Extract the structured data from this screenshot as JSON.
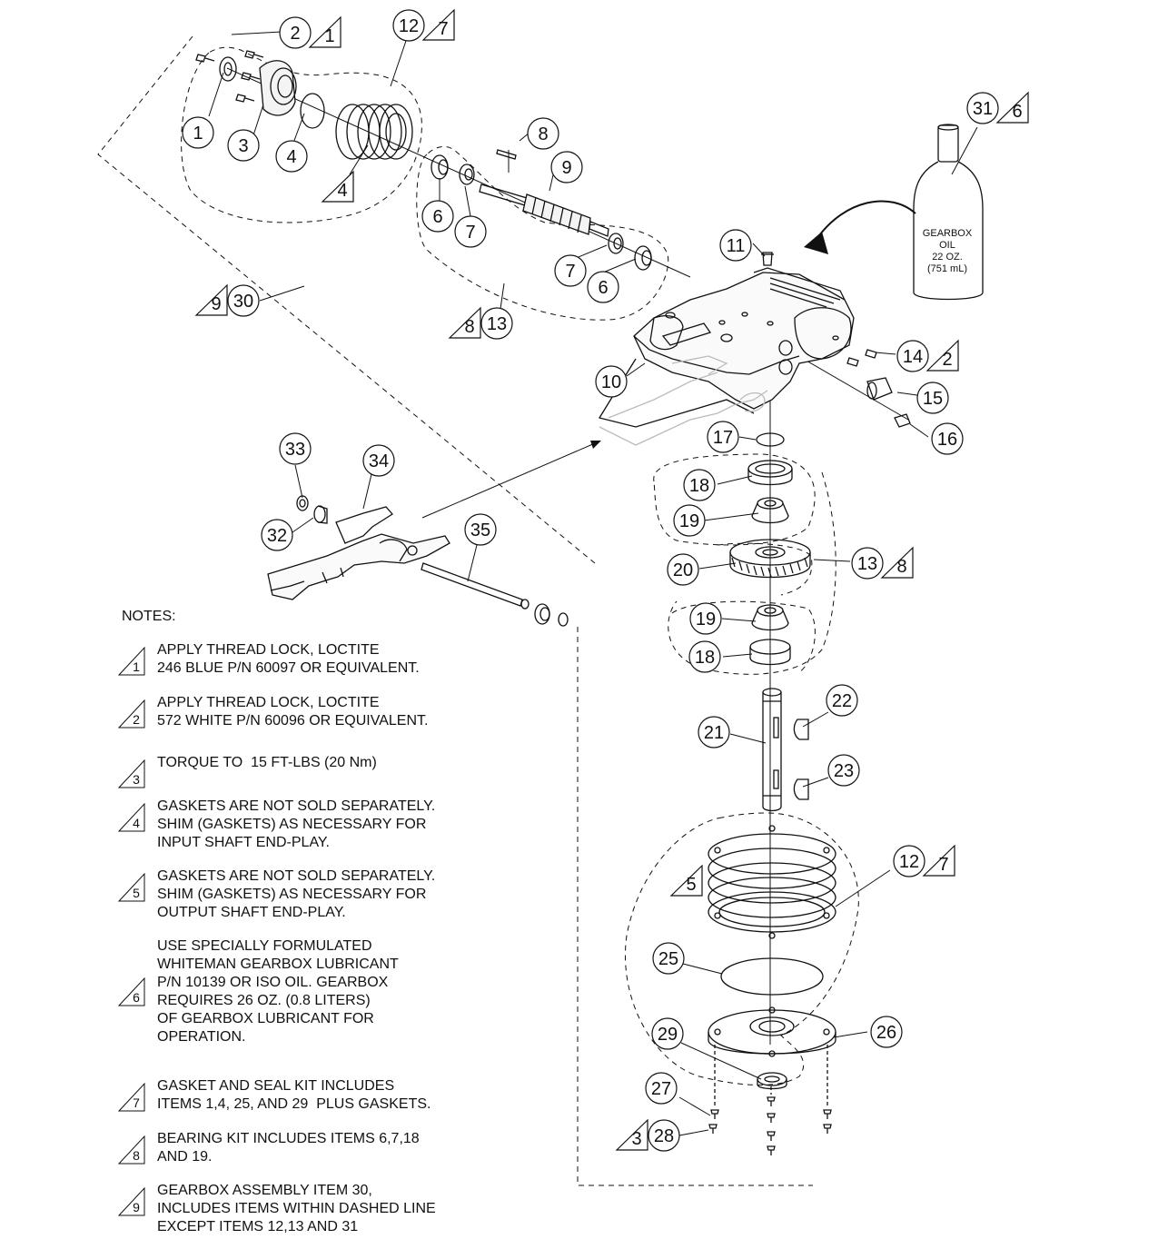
{
  "oil_label": [
    "GEARBOX",
    "OIL",
    "22 OZ.",
    "(751 mL)"
  ],
  "callouts": [
    {
      "id": "1",
      "num": "1"
    },
    {
      "id": "2",
      "num": "2",
      "tri": "1"
    },
    {
      "id": "3",
      "num": "3"
    },
    {
      "id": "4",
      "num": "4"
    },
    {
      "id": "4b",
      "tri": "4"
    },
    {
      "id": "12a",
      "num": "12",
      "tri": "7"
    },
    {
      "id": "8",
      "num": "8"
    },
    {
      "id": "9",
      "num": "9"
    },
    {
      "id": "6a",
      "num": "6"
    },
    {
      "id": "7a",
      "num": "7"
    },
    {
      "id": "7b",
      "num": "7"
    },
    {
      "id": "6b",
      "num": "6"
    },
    {
      "id": "13a",
      "num": "13",
      "tri": "8",
      "tri_first": true
    },
    {
      "id": "30",
      "num": "30",
      "tri": "9",
      "tri_first": true
    },
    {
      "id": "31",
      "num": "31",
      "tri": "6"
    },
    {
      "id": "11",
      "num": "11"
    },
    {
      "id": "10",
      "num": "10"
    },
    {
      "id": "14",
      "num": "14",
      "tri": "2"
    },
    {
      "id": "15",
      "num": "15"
    },
    {
      "id": "16",
      "num": "16"
    },
    {
      "id": "17",
      "num": "17"
    },
    {
      "id": "18a",
      "num": "18"
    },
    {
      "id": "19a",
      "num": "19"
    },
    {
      "id": "20",
      "num": "20"
    },
    {
      "id": "13b",
      "num": "13",
      "tri": "8"
    },
    {
      "id": "19b",
      "num": "19"
    },
    {
      "id": "18b",
      "num": "18"
    },
    {
      "id": "21",
      "num": "21"
    },
    {
      "id": "22",
      "num": "22"
    },
    {
      "id": "23",
      "num": "23"
    },
    {
      "id": "12b",
      "num": "12",
      "tri": "7"
    },
    {
      "id": "5",
      "tri": "5"
    },
    {
      "id": "25",
      "num": "25"
    },
    {
      "id": "26",
      "num": "26"
    },
    {
      "id": "29",
      "num": "29"
    },
    {
      "id": "27",
      "num": "27"
    },
    {
      "id": "28",
      "num": "28",
      "tri": "3",
      "tri_first": true
    },
    {
      "id": "33",
      "num": "33"
    },
    {
      "id": "34",
      "num": "34"
    },
    {
      "id": "32",
      "num": "32"
    },
    {
      "id": "35",
      "num": "35"
    }
  ],
  "notes": {
    "heading": "NOTES:",
    "items": [
      {
        "num": "1",
        "lines": [
          "APPLY THREAD LOCK, LOCTITE",
          "246 BLUE P/N 60097 OR EQUIVALENT."
        ]
      },
      {
        "num": "2",
        "lines": [
          "APPLY THREAD LOCK, LOCTITE",
          "572 WHITE P/N 60096 OR EQUIVALENT."
        ]
      },
      {
        "num": "3",
        "lines": [
          "TORQUE TO  15 FT-LBS (20 Nm)"
        ]
      },
      {
        "num": "4",
        "lines": [
          "GASKETS ARE NOT SOLD SEPARATELY.",
          "SHIM (GASKETS) AS NECESSARY FOR",
          "INPUT SHAFT END-PLAY."
        ]
      },
      {
        "num": "5",
        "lines": [
          "GASKETS ARE NOT SOLD SEPARATELY.",
          "SHIM (GASKETS) AS NECESSARY FOR",
          "OUTPUT SHAFT END-PLAY."
        ]
      },
      {
        "num": "6",
        "lines": [
          "USE SPECIALLY FORMULATED",
          "WHITEMAN GEARBOX LUBRICANT",
          "P/N 10139 OR ISO OIL. GEARBOX",
          "REQUIRES 26 OZ. (0.8 LITERS)",
          "OF GEARBOX LUBRICANT FOR",
          "OPERATION."
        ]
      },
      {
        "num": "7",
        "lines": [
          "GASKET AND SEAL KIT INCLUDES",
          "ITEMS 1,4, 25, AND 29  PLUS GASKETS."
        ]
      },
      {
        "num": "8",
        "lines": [
          "BEARING KIT INCLUDES ITEMS 6,7,18",
          "AND 19."
        ]
      },
      {
        "num": "9",
        "lines": [
          "GEARBOX ASSEMBLY ITEM 30,",
          "INCLUDES ITEMS WITHIN DASHED LINE",
          "EXCEPT ITEMS 12,13 AND 31"
        ]
      }
    ]
  }
}
